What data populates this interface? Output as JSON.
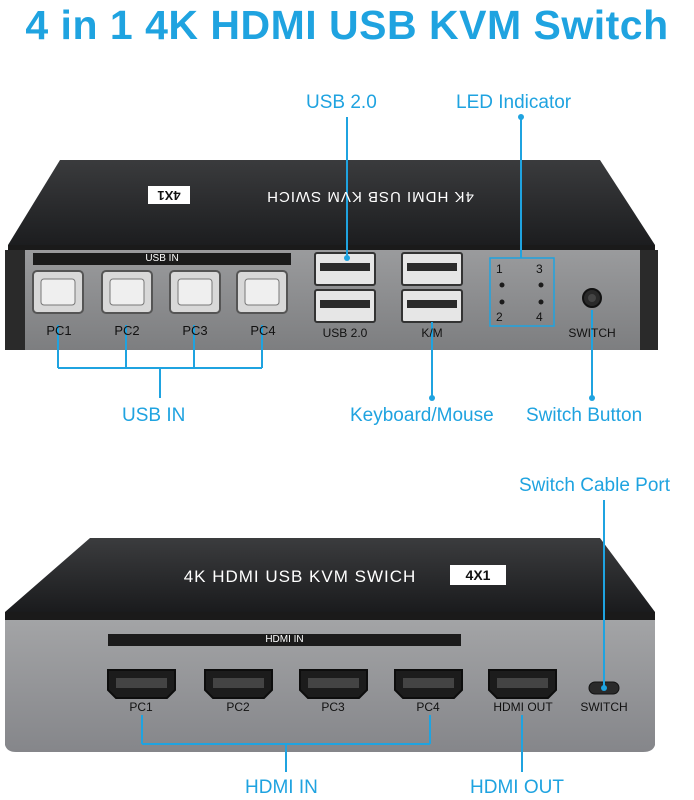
{
  "title": "4 in 1 4K HDMI USB KVM Switch",
  "top_device": {
    "lid_text": "4K HDMI USB KVM SWICH",
    "badge": "4X1",
    "usb_in_strip": "USB IN",
    "ports": [
      "PC1",
      "PC2",
      "PC3",
      "PC4"
    ],
    "usb20_label": "USB 2.0",
    "km_label": "K/M",
    "led_numbers": [
      "1",
      "3",
      "2",
      "4"
    ],
    "switch_label": "SWITCH"
  },
  "top_callouts": {
    "usb20": "USB 2.0",
    "led": "LED Indicator",
    "usb_in": "USB IN",
    "keyboard_mouse": "Keyboard/Mouse",
    "switch_button": "Switch Button"
  },
  "bottom_device": {
    "lid_text": "4K HDMI USB KVM SWICH",
    "badge": "4X1",
    "hdmi_in_strip": "HDMI IN",
    "ports": [
      "PC1",
      "PC2",
      "PC3",
      "PC4"
    ],
    "hdmi_out_label": "HDMI OUT",
    "switch_label": "SWITCH"
  },
  "bottom_callouts": {
    "switch_cable_port": "Switch Cable Port",
    "hdmi_in": "HDMI IN",
    "hdmi_out": "HDMI OUT"
  },
  "colors": {
    "accent": "#1fa3e0",
    "device_dark": "#2b2c2e",
    "panel_gray": "#8c8d8f"
  }
}
